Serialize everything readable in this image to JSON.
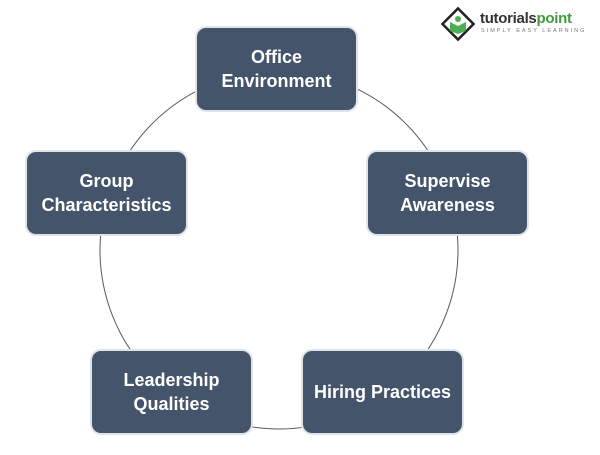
{
  "logo": {
    "name_part1": "tutorials",
    "name_part2": "point",
    "tagline": "SIMPLY EASY LEARNING"
  },
  "nodes": [
    {
      "label": "Office Environment"
    },
    {
      "label": "Supervise Awareness"
    },
    {
      "label": "Hiring Practices"
    },
    {
      "label": "Leadership Qualities"
    },
    {
      "label": "Group Characteristics"
    }
  ],
  "colors": {
    "node_fill": "#44546A",
    "ring": "#595959",
    "text": "#ffffff"
  }
}
